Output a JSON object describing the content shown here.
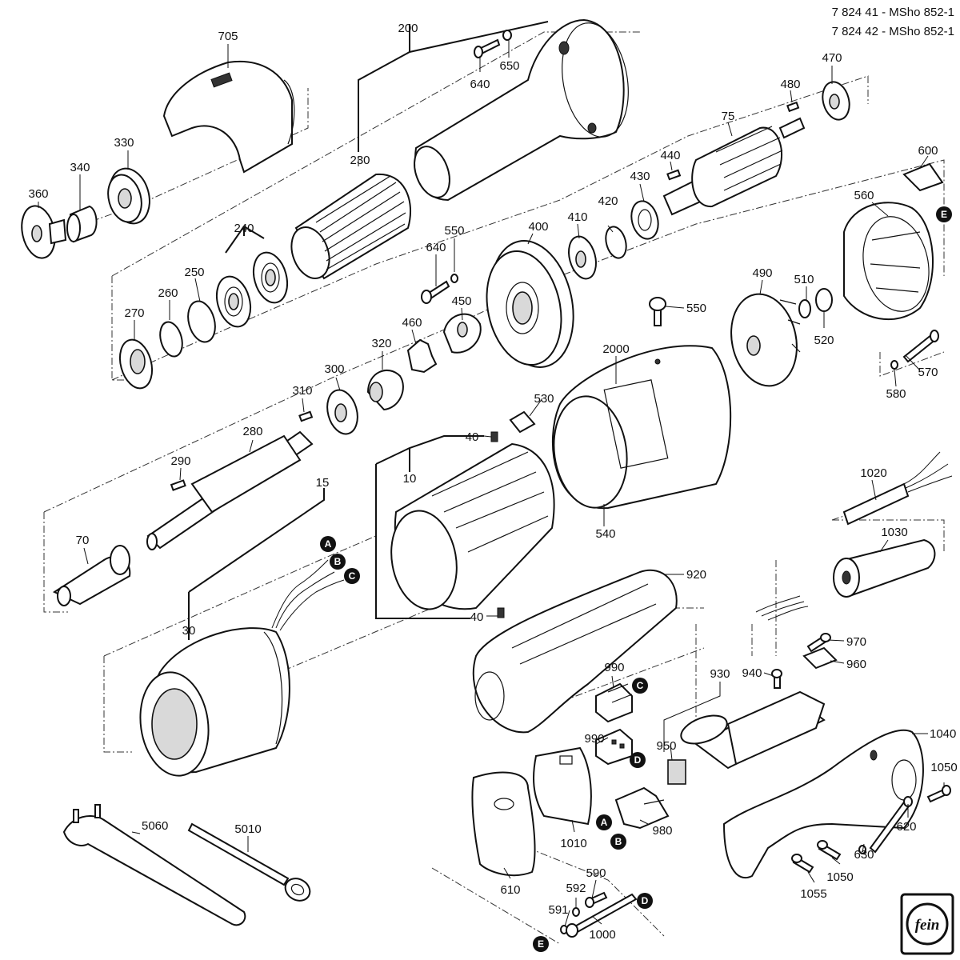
{
  "header": {
    "line1": "7 824 41 - MSho 852-1",
    "line2": "7 824 42 - MSho 852-1"
  },
  "parts": {
    "p705": "705",
    "p200": "200",
    "p640a": "640",
    "p650": "650",
    "p470": "470",
    "p480": "480",
    "p75": "75",
    "p600": "600",
    "p440": "440",
    "p430": "430",
    "p330": "330",
    "p230": "230",
    "p340": "340",
    "p360": "360",
    "p420": "420",
    "p410": "410",
    "p560": "560",
    "p240": "240",
    "p550a": "550",
    "p640b": "640",
    "p400": "400",
    "p250": "250",
    "p260": "260",
    "p490": "490",
    "p510": "510",
    "p450": "450",
    "p550b": "550",
    "p270": "270",
    "p460": "460",
    "p520": "520",
    "p320": "320",
    "p2000": "2000",
    "p570": "570",
    "p300": "300",
    "p310": "310",
    "p580": "580",
    "p530": "530",
    "p280": "280",
    "p40a": "40",
    "p10": "10",
    "p290": "290",
    "p15": "15",
    "p1020": "1020",
    "p540": "540",
    "p1030": "1030",
    "p70": "70",
    "p920": "920",
    "p40b": "40",
    "p30": "30",
    "p970": "970",
    "p960": "960",
    "p990a": "990",
    "p940": "940",
    "p930": "930",
    "p1040": "1040",
    "p990b": "990",
    "p950": "950",
    "p1050a": "1050",
    "p5060": "5060",
    "p5010": "5010",
    "p620": "620",
    "p1010": "1010",
    "p980": "980",
    "p630": "630",
    "p1050b": "1050",
    "p590": "590",
    "p610": "610",
    "p592": "592",
    "p1055": "1055",
    "p591": "591",
    "p1000": "1000"
  },
  "markers": {
    "A": "A",
    "B": "B",
    "C": "C",
    "D": "D",
    "E": "E"
  },
  "logo": {
    "text": "fein"
  }
}
